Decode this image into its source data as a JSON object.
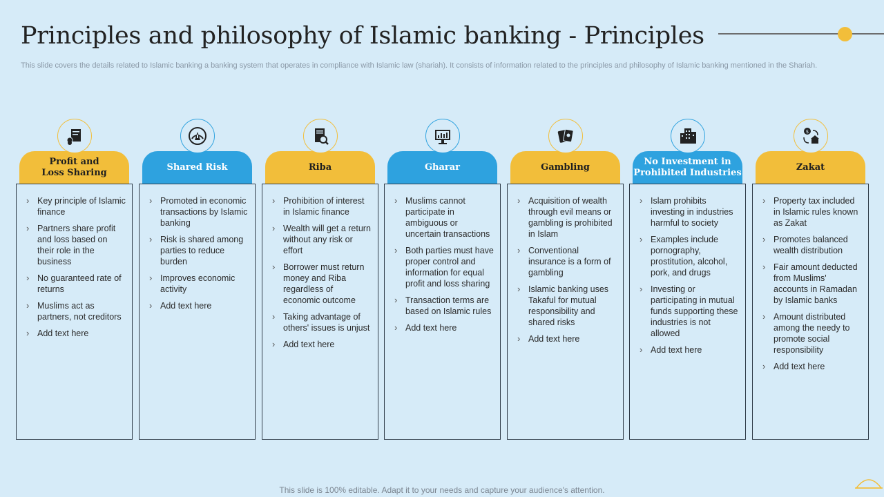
{
  "title": "Principles and philosophy of Islamic banking - Principles",
  "subtitle": "This slide covers the details related to Islamic banking a banking system that operates in compliance with Islamic law (shariah). It consists of information related to the principles and philosophy of Islamic banking mentioned in the Shariah.",
  "footer": "This slide is 100% editable. Adapt it to your needs and capture your audience's attention.",
  "colors": {
    "accent_yellow": "#f2be3a",
    "accent_blue": "#2ea2df",
    "background": "#d6ebf8"
  },
  "columns": [
    {
      "heading_line1": "Profit and",
      "heading_line2": "Loss Sharing",
      "icon": "document-coins-icon",
      "color": "yellow",
      "items": [
        "Key principle of Islamic finance",
        "Partners share profit and loss based on their role in the business",
        "No guaranteed rate of returns",
        "Muslims act as partners, not creditors",
        "Add text here"
      ]
    },
    {
      "heading_line1": "Shared Risk",
      "heading_line2": "",
      "icon": "risk-gauge-icon",
      "color": "blue",
      "items": [
        "Promoted in economic transactions by Islamic banking",
        "Risk is shared among parties to reduce burden",
        "Improves economic activity",
        "Add text here"
      ]
    },
    {
      "heading_line1": "Riba",
      "heading_line2": "",
      "icon": "document-search-icon",
      "color": "yellow",
      "items": [
        "Prohibition of interest in Islamic finance",
        "Wealth will get a return without any risk or effort",
        "Borrower must return money and Riba regardless of economic outcome",
        "Taking advantage of others' issues is unjust",
        "Add text here"
      ]
    },
    {
      "heading_line1": "Gharar",
      "heading_line2": "",
      "icon": "monitor-chart-icon",
      "color": "blue",
      "items": [
        "Muslims cannot participate in ambiguous or uncertain transactions",
        "Both parties must have proper control and information for equal profit and loss sharing",
        "Transaction terms are based on Islamic rules",
        "Add text here"
      ]
    },
    {
      "heading_line1": "Gambling",
      "heading_line2": "",
      "icon": "playing-cards-icon",
      "color": "yellow",
      "items": [
        "Acquisition of wealth through evil means or gambling is prohibited in Islam",
        "Conventional insurance is a form of gambling",
        "Islamic banking uses Takaful for mutual responsibility and shared risks",
        "Add text here"
      ]
    },
    {
      "heading_line1": "No Investment in",
      "heading_line2": "Prohibited Industries",
      "icon": "buildings-icon",
      "color": "blue",
      "items": [
        "Islam prohibits investing in industries harmful to society",
        "Examples include pornography, prostitution, alcohol, pork, and drugs",
        "Investing or participating in mutual funds supporting these industries is not allowed",
        "Add text here"
      ]
    },
    {
      "heading_line1": "Zakat",
      "heading_line2": "",
      "icon": "money-exchange-icon",
      "color": "yellow",
      "items": [
        "Property tax included in Islamic rules known as Zakat",
        "Promotes balanced wealth distribution",
        "Fair amount deducted from Muslims' accounts in Ramadan by Islamic banks",
        "Amount distributed among the needy to promote social responsibility",
        "Add text here"
      ]
    }
  ]
}
